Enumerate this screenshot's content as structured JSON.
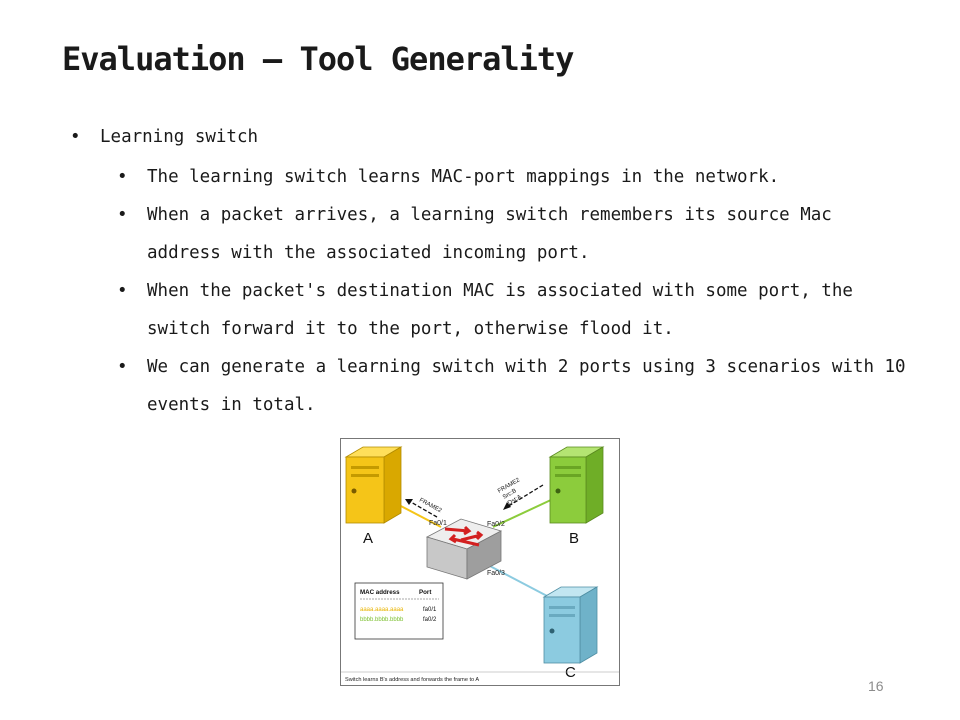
{
  "slide": {
    "title": "Evaluation – Tool Generality",
    "page_number": "16"
  },
  "bullets": {
    "main": "Learning switch",
    "sub": [
      "The learning switch learns MAC-port mappings in the network.",
      "When a packet arrives, a learning switch remembers its source Mac address with the associated incoming port.",
      "When the packet's destination MAC is associated with some port, the switch forward it to the port, otherwise flood it.",
      "We can generate a learning switch with 2 ports using 3 scenarios with 10 events in total."
    ]
  },
  "figure": {
    "host_a": "A",
    "host_b": "B",
    "host_c": "C",
    "port_a": "Fa0/1",
    "port_b": "Fa0/2",
    "port_c": "Fa0/3",
    "frame_to_a": "FRAME2",
    "frame_from_b": [
      "FRAME2",
      "Src:B",
      "Dst:A"
    ],
    "mac_table": {
      "headers": [
        "MAC address",
        "Port"
      ],
      "rows": [
        {
          "mac": "aaaa.aaaa.aaaa",
          "port": "fa0/1"
        },
        {
          "mac": "bbbb.bbbb.bbbb",
          "port": "fa0/2"
        }
      ]
    },
    "caption": "Switch learns B's address and forwards the frame to A",
    "colors": {
      "host_a": "#f5c518",
      "host_b": "#8ccc3c",
      "host_c": "#8ccbe0",
      "mac_a": "#e9b400",
      "mac_b": "#7bbf2e"
    }
  }
}
